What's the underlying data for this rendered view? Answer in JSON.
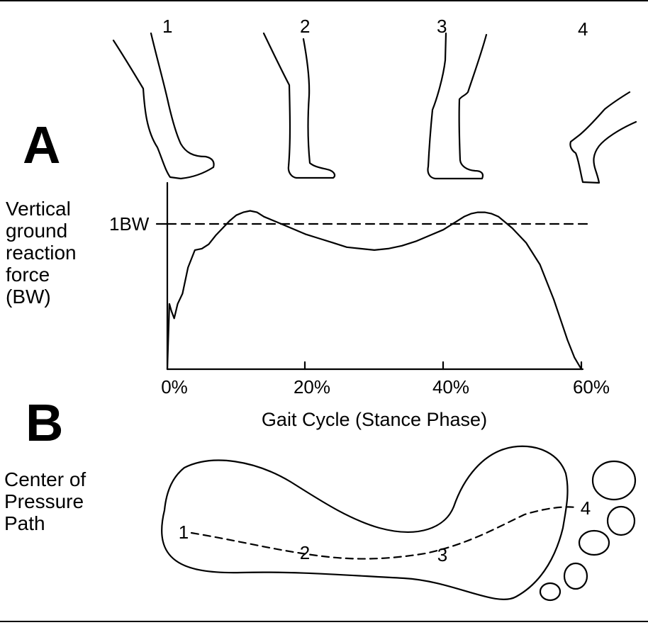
{
  "panel_a": {
    "letter": "A",
    "y_axis_label": [
      "Vertical",
      "ground",
      "reaction",
      "force",
      "(BW)"
    ],
    "reference_label": "1BW",
    "leg_stage_labels": [
      "1",
      "2",
      "3",
      "4"
    ]
  },
  "chart_data": {
    "type": "line",
    "title": "",
    "xlabel": "Gait Cycle (Stance Phase)",
    "ylabel": "Vertical ground reaction force (BW)",
    "x_ticks": [
      "0%",
      "20%",
      "40%",
      "60%"
    ],
    "xlim": [
      0,
      60
    ],
    "reference_line": {
      "label": "1BW",
      "value": 1.0,
      "style": "dashed"
    },
    "series": [
      {
        "x": [
          0,
          0.3,
          0.6,
          1.0,
          1.5,
          2.2,
          3.0,
          4.0,
          5.0,
          6.0,
          7.0,
          8.0,
          9.0,
          10.0,
          11.0,
          12.0,
          13.0,
          14.0,
          16.0,
          18.0,
          20.0,
          22.0,
          24.0,
          26.0,
          28.0,
          30.0,
          32.0,
          34.0,
          36.0,
          38.0,
          40.0,
          42.0,
          43.0,
          44.0,
          45.0,
          46.0,
          47.0,
          48.0,
          49.0,
          50.0,
          52.0,
          54.0,
          56.0,
          57.0,
          58.0,
          59.0,
          60.0
        ],
        "y": [
          0.0,
          0.45,
          0.4,
          0.35,
          0.45,
          0.52,
          0.7,
          0.82,
          0.83,
          0.86,
          0.92,
          0.97,
          1.02,
          1.06,
          1.08,
          1.09,
          1.08,
          1.05,
          1.01,
          0.97,
          0.93,
          0.9,
          0.87,
          0.84,
          0.83,
          0.82,
          0.83,
          0.85,
          0.88,
          0.92,
          0.96,
          1.02,
          1.05,
          1.07,
          1.08,
          1.08,
          1.07,
          1.05,
          1.01,
          0.97,
          0.87,
          0.72,
          0.48,
          0.34,
          0.2,
          0.08,
          0.0
        ]
      }
    ]
  },
  "panel_b": {
    "letter": "B",
    "label": [
      "Center of",
      "Pressure",
      "Path"
    ],
    "path_points": [
      "1",
      "2",
      "3",
      "4"
    ]
  }
}
